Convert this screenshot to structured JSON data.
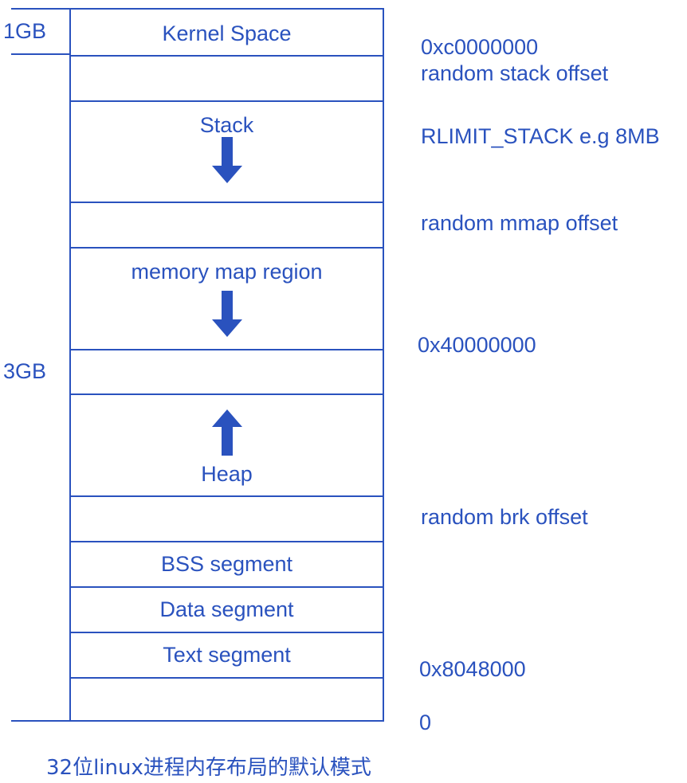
{
  "size_labels": {
    "kernel_size": "1GB",
    "user_size": "3GB"
  },
  "segments": [
    {
      "label": "Kernel Space"
    },
    {
      "label": ""
    },
    {
      "label": "Stack"
    },
    {
      "label": ""
    },
    {
      "label": "memory map region"
    },
    {
      "label": ""
    },
    {
      "label": "Heap"
    },
    {
      "label": ""
    },
    {
      "label": "BSS segment"
    },
    {
      "label": "Data segment"
    },
    {
      "label": "Text segment"
    },
    {
      "label": ""
    }
  ],
  "annotations": {
    "kernel_start": "0xc0000000",
    "random_stack_offset": "random stack offset",
    "rlimit_stack": "RLIMIT_STACK e.g 8MB",
    "random_mmap_offset": "random mmap offset",
    "mmap_base": "0x40000000",
    "random_brk_offset": "random brk offset",
    "text_start": "0x8048000",
    "zero": "0"
  },
  "arrows": {
    "stack": "down-arrow",
    "mmap": "down-arrow",
    "heap": "up-arrow"
  },
  "caption": "32位linux进程内存布局的默认模式",
  "colors": {
    "primary": "#2a52be"
  }
}
